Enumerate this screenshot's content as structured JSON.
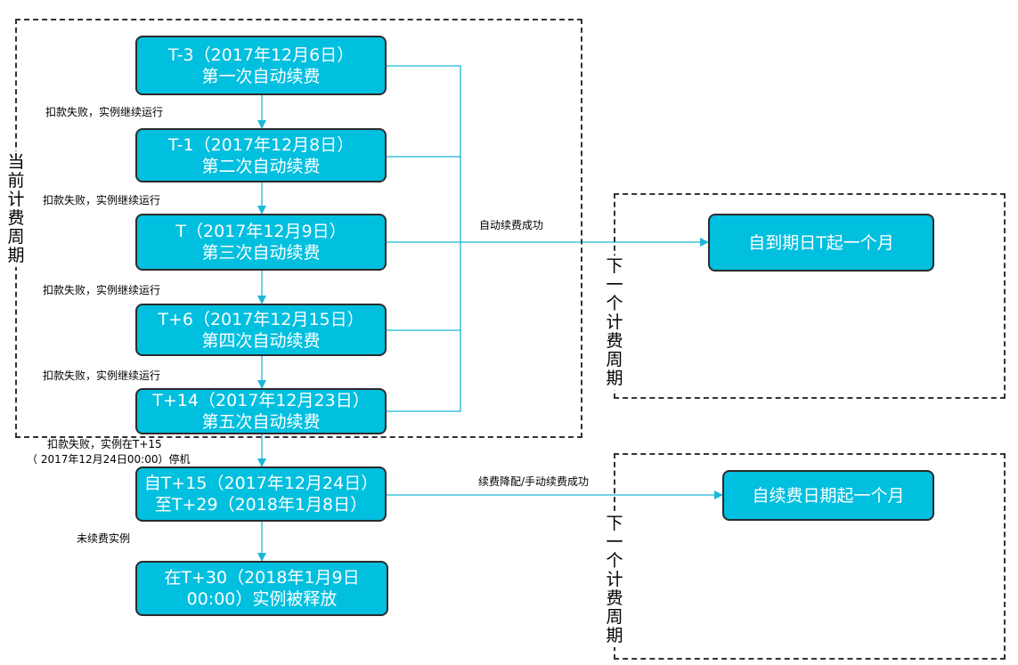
{
  "regions": {
    "current": [
      "当",
      "前",
      "计",
      "费",
      "周",
      "期"
    ],
    "next": [
      "下",
      "一",
      "个",
      "计",
      "费",
      "周",
      "期"
    ]
  },
  "boxes": {
    "b1": {
      "line1": "T-3（2017年12月6日）",
      "line2": "第一次自动续费"
    },
    "b2": {
      "line1": "T-1（2017年12月8日）",
      "line2": "第二次自动续费"
    },
    "b3": {
      "line1": "T（2017年12月9日）",
      "line2": "第三次自动续费"
    },
    "b4": {
      "line1": "T+6（2017年12月15日）",
      "line2": "第四次自动续费"
    },
    "b5": {
      "line1": "T+14（2017年12月23日）",
      "line2": "第五次自动续费"
    },
    "b6": {
      "line1": "自T+15（2017年12月24日）",
      "line2": "至T+29（2018年1月8日）"
    },
    "b7": {
      "line1": "在T+30（2018年1月9日",
      "line2": "00:00）实例被释放"
    },
    "r1": {
      "line1": "自到期日T起一个月"
    },
    "r2": {
      "line1": "自续费日期起一个月"
    }
  },
  "labels": {
    "fail": "扣款失败，实例继续运行",
    "fail_last_1": "扣款失败，实例在T+15",
    "fail_last_2": "（ 2017年12月24日00:00）停机",
    "not_renewed": "未续费实例",
    "auto_success": "自动续费成功",
    "manual_success": "续费降配/手动续费成功"
  },
  "colors": {
    "box_fill": "#00bfdf",
    "arrow": "#1bb8d8",
    "border": "#2b2b2b"
  }
}
